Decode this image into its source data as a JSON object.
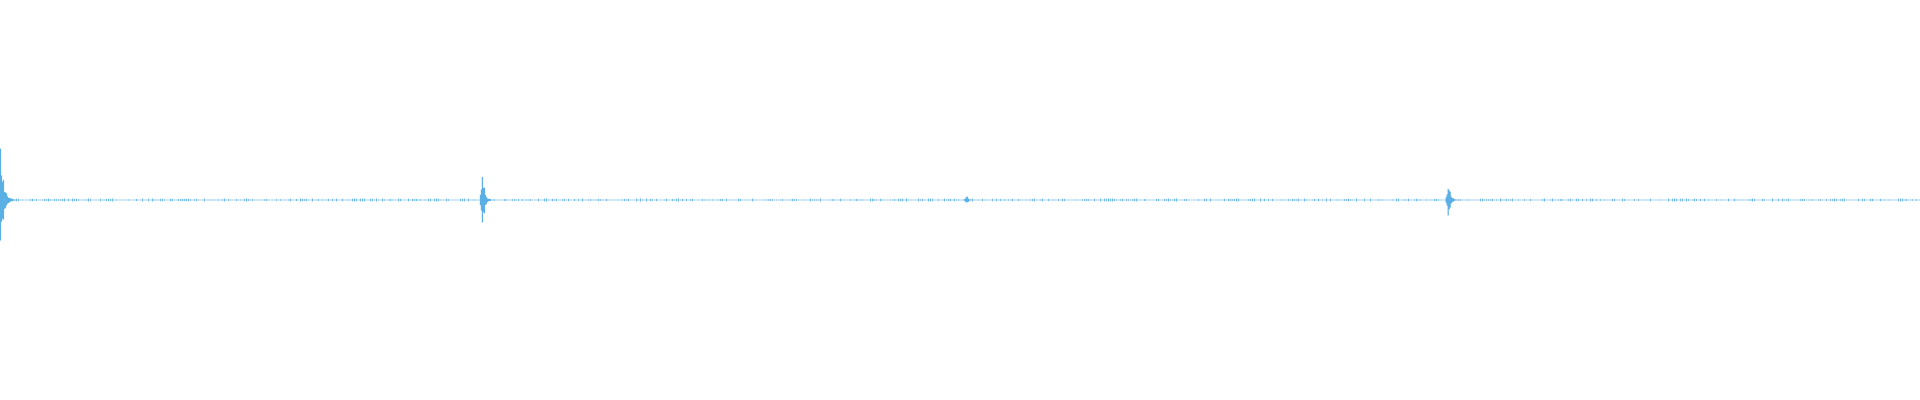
{
  "waveform": {
    "color": "#5aafe5",
    "background": "#ffffff",
    "baseline_fraction": 0.5,
    "noise_amplitude_fraction": 0.004,
    "noise_seed": 7,
    "bursts": [
      {
        "position": 0.0,
        "peak_amplitude": 0.155,
        "decay": 0.0016
      },
      {
        "position": 0.251,
        "peak_amplitude": 0.105,
        "decay": 0.0011
      },
      {
        "position": 0.503,
        "peak_amplitude": 0.014,
        "decay": 0.0012
      },
      {
        "position": 0.754,
        "peak_amplitude": 0.055,
        "decay": 0.0012
      }
    ]
  }
}
